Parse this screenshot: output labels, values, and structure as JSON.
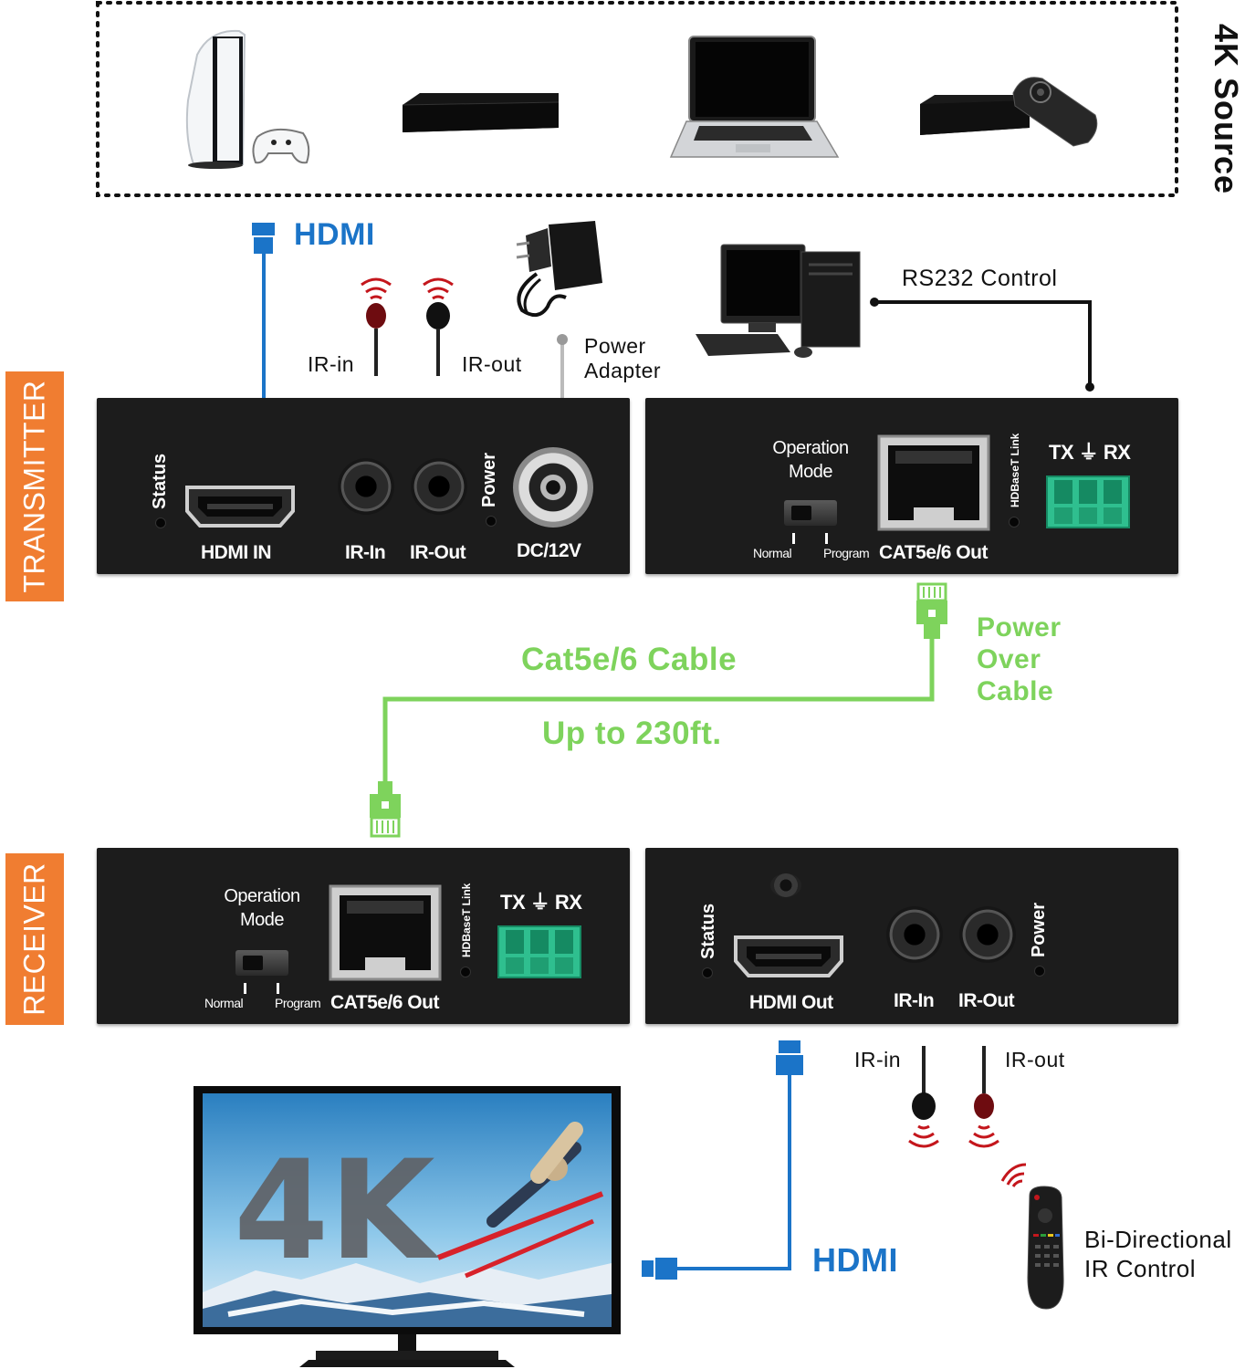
{
  "source_label": "4K Source",
  "side_tags": {
    "transmitter": "TRANSMITTER",
    "receiver": "RECEIVER"
  },
  "cables": {
    "hdmi_top": "HDMI",
    "hdmi_bottom": "HDMI",
    "cat_cable": "Cat5e/6 Cable",
    "distance": "Up to 230ft.",
    "poc": [
      "Power",
      "Over",
      "Cable"
    ],
    "rs232": "RS232 Control",
    "power_adapter": [
      "Power",
      "Adapter"
    ],
    "tx_ir_in": "IR-in",
    "tx_ir_out": "IR-out",
    "rx_ir_in": "IR-in",
    "rx_ir_out": "IR-out",
    "bidirectional": [
      "Bi-Directional",
      "IR Control"
    ]
  },
  "tx_front": {
    "status": "Status",
    "hdmi": "HDMI IN",
    "ir_in": "IR-In",
    "ir_out": "IR-Out",
    "power": "Power",
    "dc": "DC/12V"
  },
  "tx_back": {
    "op_mode": [
      "Operation",
      "Mode"
    ],
    "normal": "Normal",
    "program": "Program",
    "cat_out": "CAT5e/6 Out",
    "hdbaset": "HDBaseT Link",
    "txrx": "TX ⏚ RX"
  },
  "rx_back": {
    "op_mode": [
      "Operation",
      "Mode"
    ],
    "normal": "Normal",
    "program": "Program",
    "cat_out": "CAT5e/6 Out",
    "hdbaset": "HDBaseT Link",
    "txrx": "TX ⏚ RX"
  },
  "rx_front": {
    "status": "Status",
    "hdmi": "HDMI Out",
    "ir_in": "IR-In",
    "ir_out": "IR-Out",
    "power": "Power"
  },
  "tv_text": "4K",
  "colors": {
    "orange": "#f07d31",
    "blue": "#1b74c8",
    "green": "#7ed35c",
    "panel": "#1c1c1c",
    "terminal": "#2fbf8f",
    "ir_red": "#c4161c"
  }
}
